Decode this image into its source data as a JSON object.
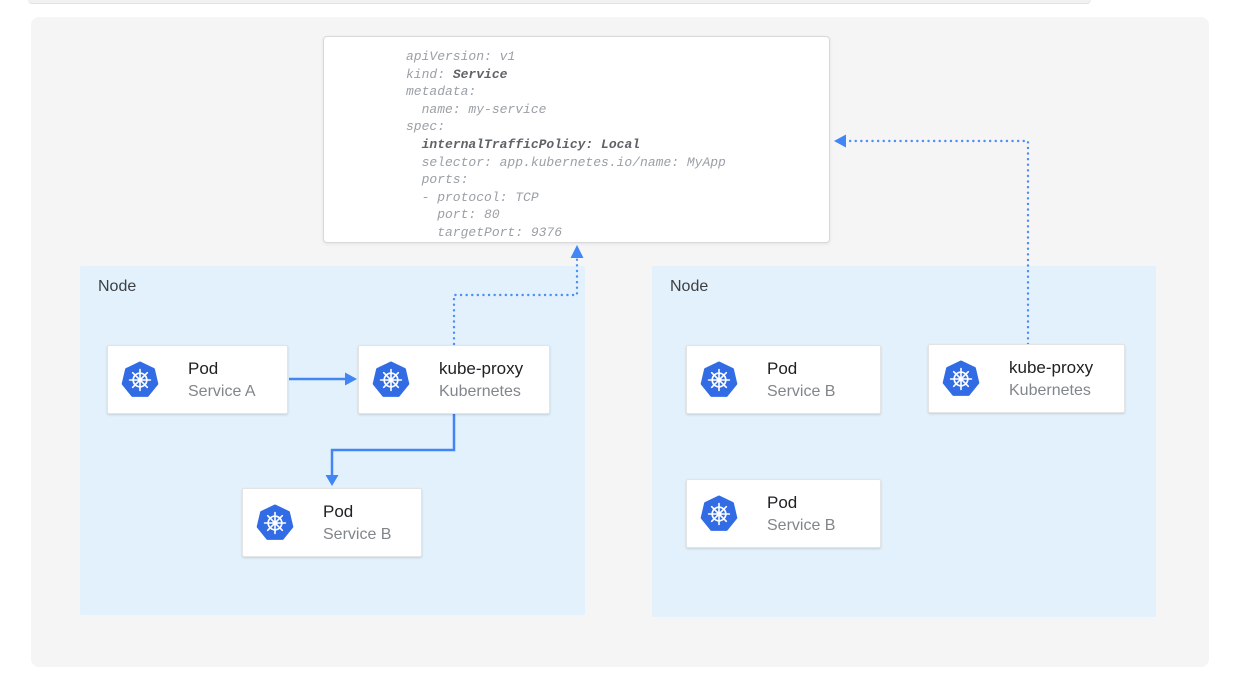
{
  "yaml_card": {
    "lines": [
      [
        {
          "text": "apiVersion: v1"
        }
      ],
      [
        {
          "text": "kind: "
        },
        {
          "text": "Service",
          "bold": true
        }
      ],
      [
        {
          "text": "metadata:"
        }
      ],
      [
        {
          "text": "  name: my-service"
        }
      ],
      [
        {
          "text": "spec:"
        }
      ],
      [
        {
          "text": "  "
        },
        {
          "text": "internalTrafficPolicy: Local",
          "bold": true
        }
      ],
      [
        {
          "text": "  selector: app.kubernetes.io/name: MyApp"
        }
      ],
      [
        {
          "text": "  ports:"
        }
      ],
      [
        {
          "text": "  - protocol: TCP"
        }
      ],
      [
        {
          "text": "    port: 80"
        }
      ],
      [
        {
          "text": "    targetPort: 9376"
        }
      ]
    ]
  },
  "nodes": [
    {
      "label": "Node",
      "cards": [
        {
          "title": "Pod",
          "subtitle": "Service A"
        },
        {
          "title": "kube-proxy",
          "subtitle": "Kubernetes"
        },
        {
          "title": "Pod",
          "subtitle": "Service B"
        }
      ]
    },
    {
      "label": "Node",
      "cards": [
        {
          "title": "Pod",
          "subtitle": "Service B"
        },
        {
          "title": "kube-proxy",
          "subtitle": "Kubernetes"
        },
        {
          "title": "Pod",
          "subtitle": "Service B"
        }
      ]
    }
  ],
  "icons": {
    "card_icon": "kubernetes-helm-icon"
  },
  "colors": {
    "arrow_blue": "#4285f4",
    "dotted_blue": "#4e8df6",
    "kubernetes_blue": "#326ce5",
    "node_background": "#e3f1fc",
    "panel_background": "#f5f5f6"
  }
}
